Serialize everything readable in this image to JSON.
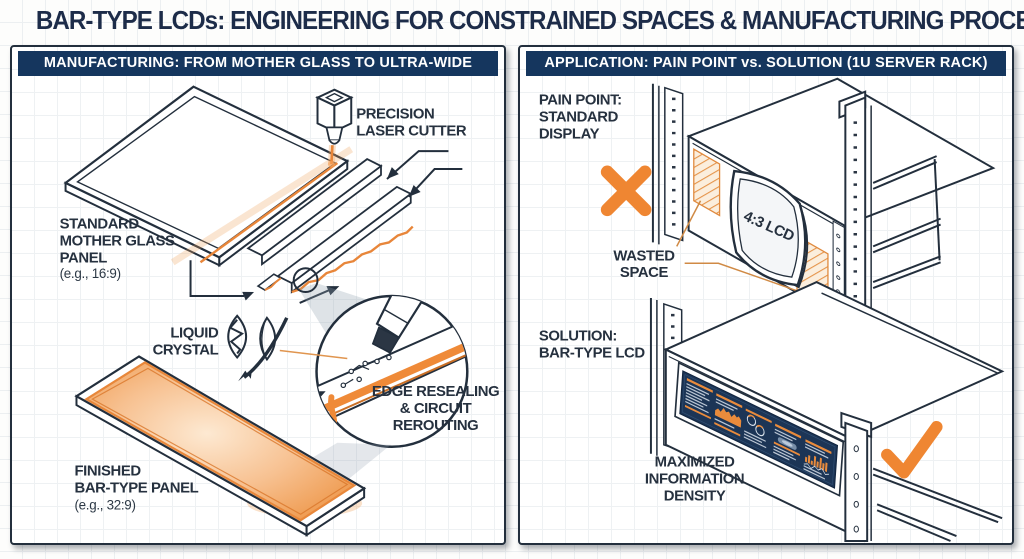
{
  "title": "BAR-TYPE LCDs: ENGINEERING FOR CONSTRAINED SPACES & MANUFACTURING PROCESS",
  "left": {
    "header": "MANUFACTURING: FROM MOTHER GLASS TO ULTRA-WIDE",
    "labels": {
      "laser": {
        "l1": "PRECISION",
        "l2": "LASER CUTTER"
      },
      "glass": {
        "l1": "STANDARD",
        "l2": "MOTHER GLASS",
        "l3": "PANEL",
        "sub": "(e.g., 16:9)"
      },
      "lc": {
        "l1": "LIQUID",
        "l2": "CRYSTAL"
      },
      "seal": {
        "l1": "EDGE RESEALING",
        "l2": "& CIRCUIT",
        "l3": "REROUTING"
      },
      "finished": {
        "l1": "FINISHED",
        "l2": "BAR-TYPE PANEL",
        "sub": "(e.g., 32:9)"
      }
    }
  },
  "right": {
    "header": "APPLICATION: PAIN POINT vs. SOLUTION (1U SERVER RACK)",
    "labels": {
      "pain": {
        "l1": "PAIN POINT:",
        "l2": "STANDARD",
        "l3": "DISPLAY"
      },
      "lcd": "4:3 LCD",
      "wasted": {
        "l1": "WASTED",
        "l2": "SPACE"
      },
      "solution": {
        "l1": "SOLUTION:",
        "l2": "BAR-TYPE LCD"
      },
      "max": {
        "l1": "MAXIMIZED",
        "l2": "INFORMATION",
        "l3": "DENSITY"
      }
    }
  },
  "icons": {
    "fail": "x-icon",
    "success": "check-icon",
    "laser": "laser-cutter-icon",
    "lens": "liquid-crystal-lens-icon",
    "magnifier": "magnifier-circle-icon"
  },
  "colors": {
    "navy_header": "#15365e",
    "ink": "#232f3d",
    "accent_orange": "#ee8a39",
    "hatch_fill": "#fbeedd",
    "screen_navy": "#1c3556",
    "title_navy": "#1d2c49"
  }
}
